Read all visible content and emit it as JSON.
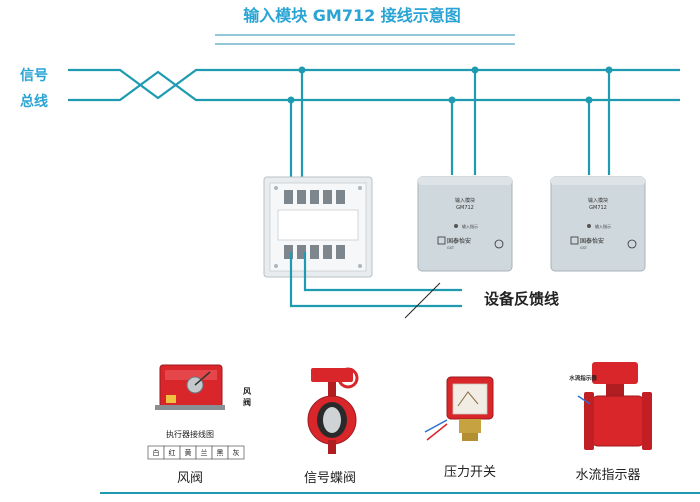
{
  "title": "输入模块 GM712 接线示意图",
  "bus_label": {
    "line1": "信号",
    "line2": "总线"
  },
  "feedback_label": "设备反馈线",
  "module": {
    "name": "输入模块",
    "model": "GM712",
    "indicator": "输入指示",
    "brand": "国泰怡安",
    "brand_en": "GST"
  },
  "devices": [
    {
      "id": "fire-damper",
      "label": "风阀",
      "side_label": "风阀",
      "diagram_title": "执行器接线图",
      "terminals": [
        "白",
        "红",
        "黄",
        "兰",
        "黑",
        "灰"
      ]
    },
    {
      "id": "signal-butterfly-valve",
      "label": "信号蝶阀"
    },
    {
      "id": "pressure-switch",
      "label": "压力开关"
    },
    {
      "id": "water-flow-indicator",
      "label": "水流指示器",
      "nameplate": "水流指示器"
    }
  ],
  "colors": {
    "title": "#2aa4d4",
    "bus": "#1f9bb1",
    "device_red": "#d9262b",
    "module_body": "#cfd8dc",
    "dark_text": "#222222"
  }
}
